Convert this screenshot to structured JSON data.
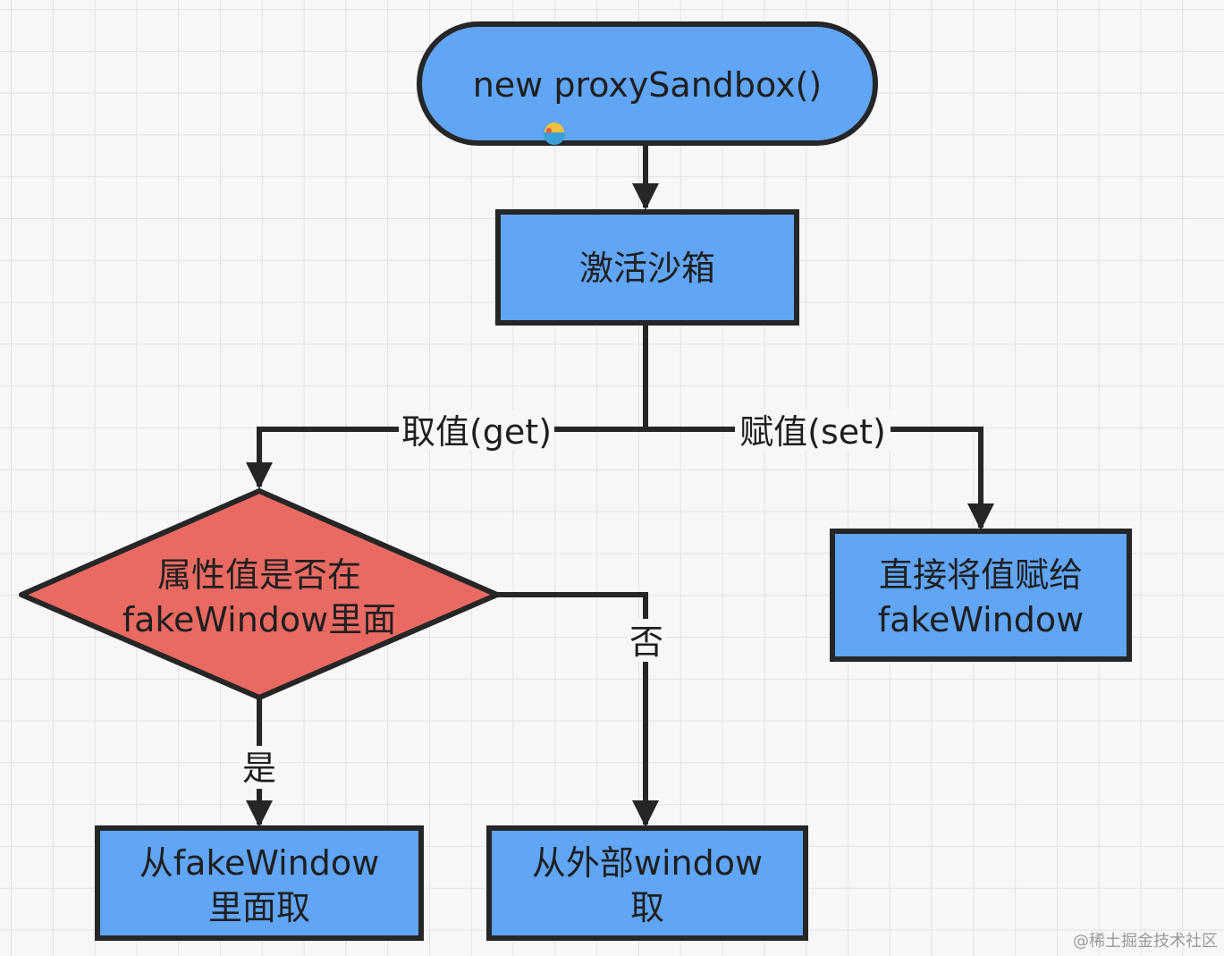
{
  "nodes": {
    "start": "new proxySandbox()",
    "activate": "激活沙箱",
    "decision": {
      "line1": "属性值是否在",
      "line2": "fakeWindow里面"
    },
    "assign": {
      "line1": "直接将值赋给",
      "line2": "fakeWindow"
    },
    "from_fake": {
      "line1": "从fakeWindow",
      "line2": "里面取"
    },
    "from_outer": {
      "line1": "从外部window",
      "line2": "取"
    }
  },
  "edges": {
    "get": "取值(get)",
    "set": "赋值(set)",
    "yes": "是",
    "no": "否"
  },
  "watermark": "@稀土掘金技术社区",
  "colors": {
    "blue": "#61a5f5",
    "red": "#e96a62",
    "stroke": "#262626"
  }
}
